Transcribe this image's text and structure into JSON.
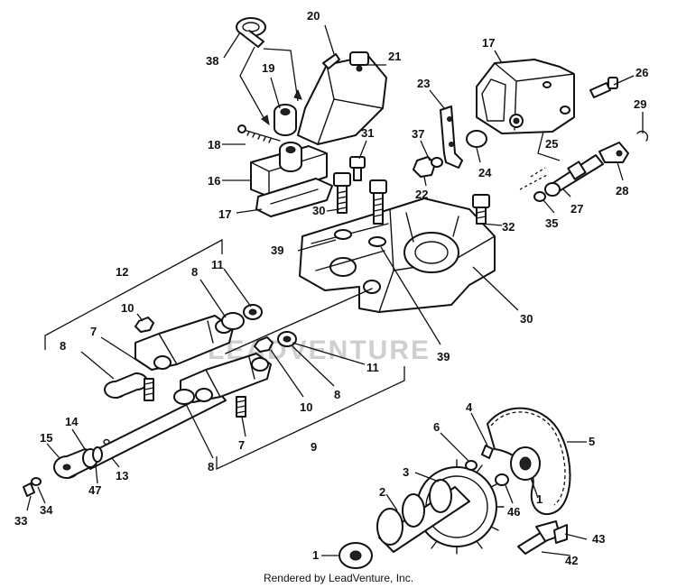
{
  "credit": "Rendered by LeadVenture, Inc.",
  "watermark": "LEADVENTURE",
  "callouts": [
    "38",
    "20",
    "21",
    "19",
    "17",
    "26",
    "23",
    "29",
    "18",
    "31",
    "37",
    "16",
    "24",
    "25",
    "28",
    "30",
    "22",
    "27",
    "17",
    "32",
    "35",
    "39",
    "12",
    "30",
    "8",
    "11",
    "10",
    "7",
    "8",
    "11",
    "39",
    "10",
    "8",
    "14",
    "15",
    "7",
    "4",
    "6",
    "5",
    "47",
    "13",
    "8",
    "9",
    "3",
    "1",
    "33",
    "34",
    "2",
    "46",
    "1",
    "42",
    "43"
  ]
}
